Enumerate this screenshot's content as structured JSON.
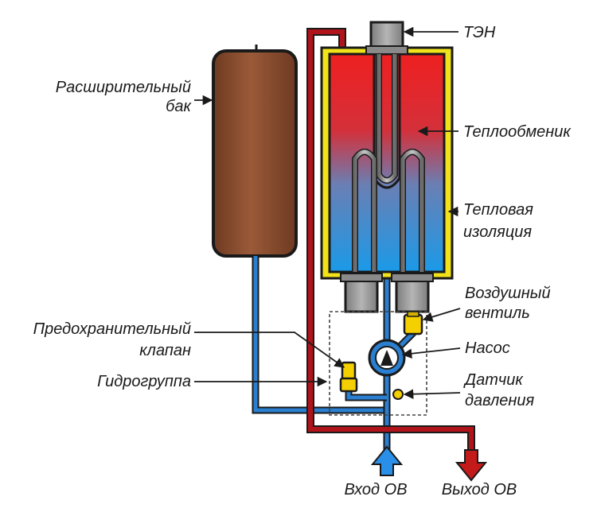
{
  "labels": {
    "expansion_tank_line1": "Расширительный",
    "expansion_tank_line2": "бак",
    "heating_element": "ТЭН",
    "heat_exchanger": "Теплообменик",
    "insulation_line1": "Тепловая",
    "insulation_line2": "изоляция",
    "air_valve_line1": "Воздушный",
    "air_valve_line2": "вентиль",
    "safety_valve_line1": "Предохранительный",
    "safety_valve_line2": "клапан",
    "pump": "Насос",
    "hydro_group": "Гидрогруппа",
    "pressure_sensor_line1": "Датчик",
    "pressure_sensor_line2": "давления",
    "inlet": "Вход ОВ",
    "outlet": "Выход ОВ"
  },
  "colors": {
    "hot": "#e0201c",
    "cold": "#1e88e0",
    "tank": "#8b4a2e",
    "insulation": "#f2e21a",
    "valve": "#f5d000",
    "element_gray": "#9a9a9a",
    "hot_pipe": "#b0141a",
    "cold_pipe": "#2a7fd0",
    "outline": "#1a1a1a"
  }
}
